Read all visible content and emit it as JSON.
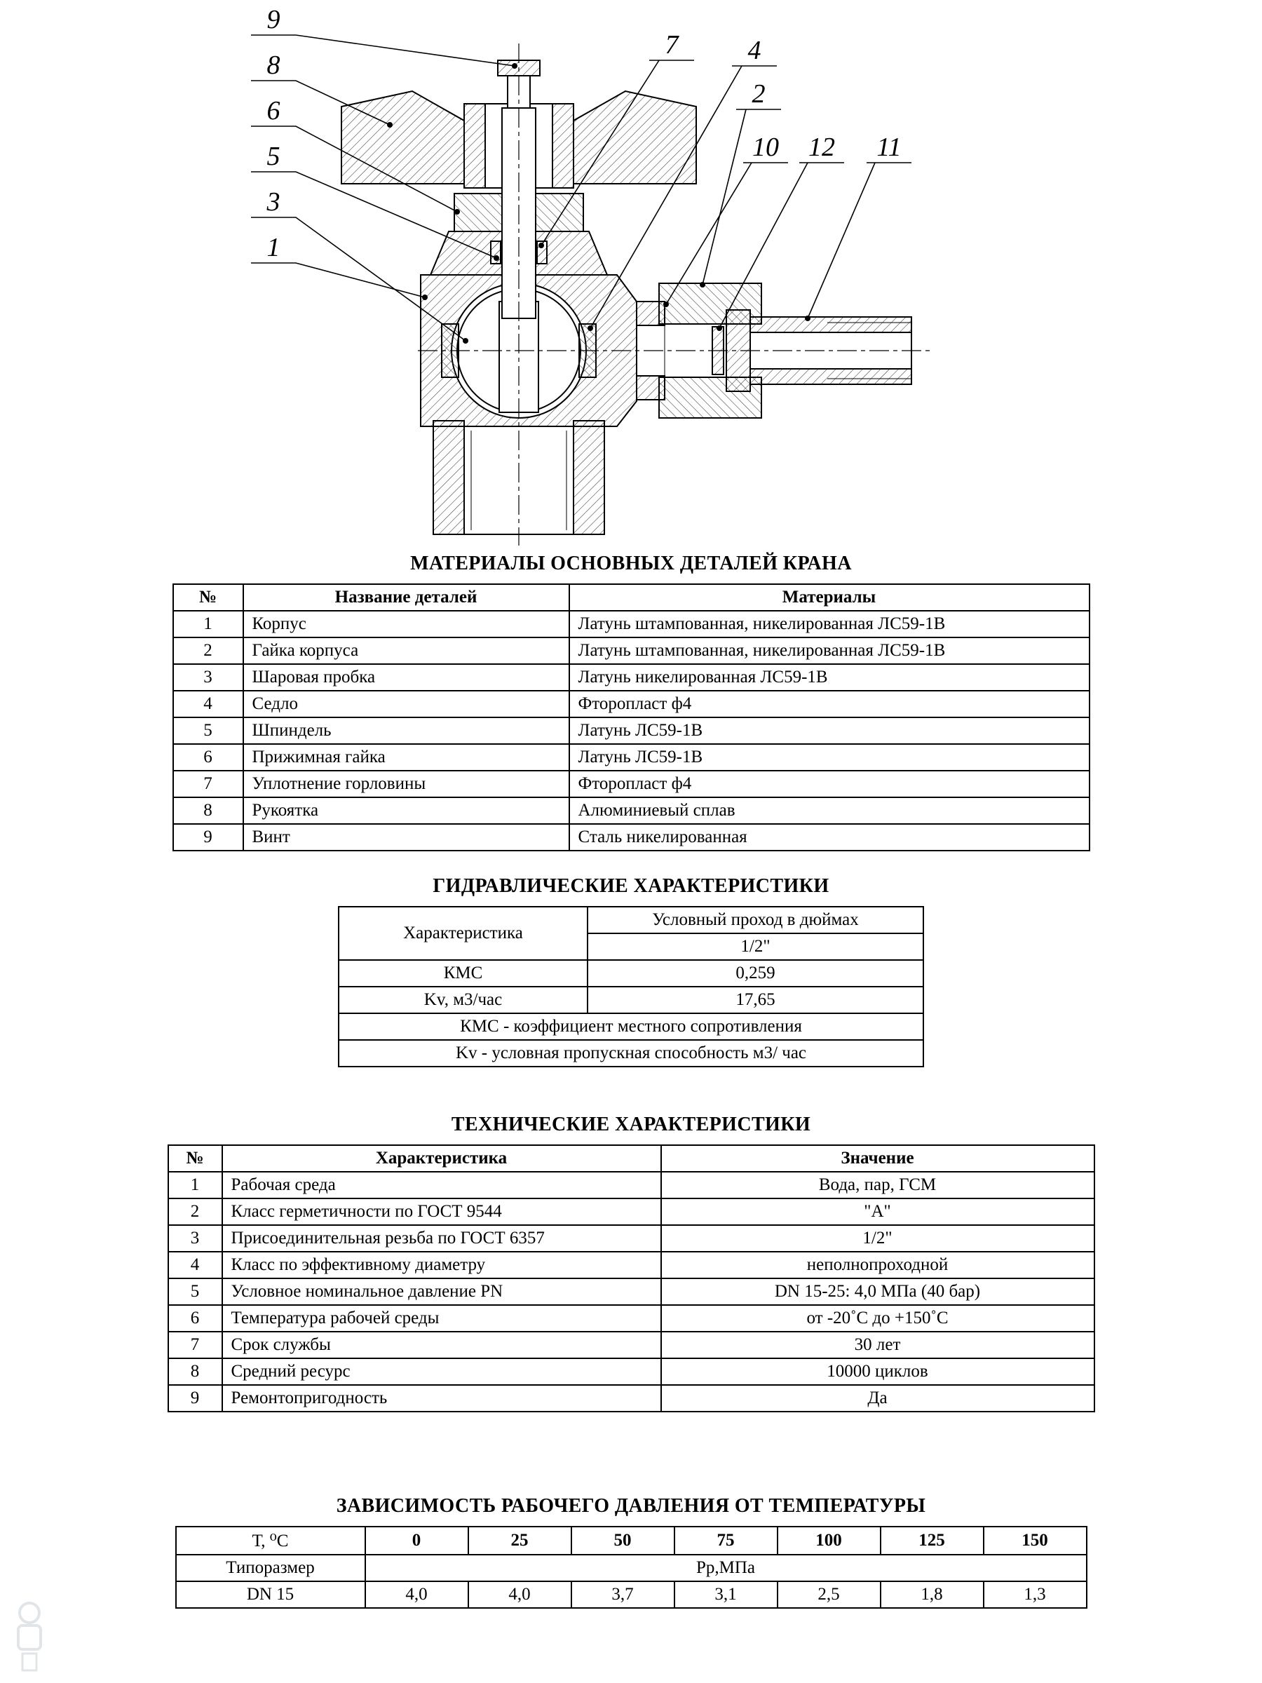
{
  "page": {
    "background": "#ffffff",
    "text_color": "#000000"
  },
  "drawing": {
    "callouts": [
      "9",
      "8",
      "6",
      "5",
      "3",
      "1",
      "7",
      "4",
      "2",
      "10",
      "12",
      "11"
    ]
  },
  "materials_table": {
    "title": "МАТЕРИАЛЫ ОСНОВНЫХ ДЕТАЛЕЙ КРАНА",
    "headers": [
      "№",
      "Название деталей",
      "Материалы"
    ],
    "rows": [
      [
        "1",
        "Корпус",
        "Латунь штампованная, никелированная ЛС59-1В"
      ],
      [
        "2",
        "Гайка корпуса",
        "Латунь штампованная, никелированная ЛС59-1В"
      ],
      [
        "3",
        "Шаровая пробка",
        "Латунь никелированная ЛС59-1В"
      ],
      [
        "4",
        "Седло",
        "Фторопласт ф4"
      ],
      [
        "5",
        "Шпиндель",
        "Латунь ЛС59-1В"
      ],
      [
        "6",
        "Прижимная гайка",
        "Латунь ЛС59-1В"
      ],
      [
        "7",
        "Уплотнение горловины",
        "Фторопласт ф4"
      ],
      [
        "8",
        "Рукоятка",
        "Алюминиевый сплав"
      ],
      [
        "9",
        "Винт",
        "Сталь никелированная"
      ]
    ]
  },
  "hydraulic_table": {
    "title": "ГИДРАВЛИЧЕСКИЕ ХАРАКТЕРИСТИКИ",
    "char_label": "Характеристика",
    "pass_header": "Условный проход в дюймах",
    "pass_value": "1/2\"",
    "rows": [
      [
        "КМС",
        "0,259"
      ],
      [
        "Kv, м3/час",
        "17,65"
      ]
    ],
    "notes": [
      "КМС - коэффициент местного сопротивления",
      "Kv - условная пропускная способность м3/ час"
    ]
  },
  "technical_table": {
    "title": "ТЕХНИЧЕСКИЕ ХАРАКТЕРИСТИКИ",
    "headers": [
      "№",
      "Характеристика",
      "Значение"
    ],
    "rows": [
      [
        "1",
        "Рабочая среда",
        "Вода, пар, ГСМ"
      ],
      [
        "2",
        "Класс герметичности по ГОСТ 9544",
        "\"А\""
      ],
      [
        "3",
        "Присоединительная резьба по ГОСТ 6357",
        "1/2\""
      ],
      [
        "4",
        "Класс по эффективному диаметру",
        "неполнопроходной"
      ],
      [
        "5",
        "Условное номинальное давление PN",
        "DN 15-25: 4,0 МПа (40 бар)"
      ],
      [
        "6",
        "Температура рабочей среды",
        "от -20˚С до +150˚С"
      ],
      [
        "7",
        "Срок службы",
        "30 лет"
      ],
      [
        "8",
        "Средний ресурс",
        "10000 циклов"
      ],
      [
        "9",
        "Ремонтопригодность",
        "Да"
      ]
    ]
  },
  "pressure_table": {
    "title": "ЗАВИСИМОСТЬ РАБОЧЕГО ДАВЛЕНИЯ ОТ ТЕМПЕРАТУРЫ",
    "temp_label": "Т, ⁰С",
    "temps": [
      "0",
      "25",
      "50",
      "75",
      "100",
      "125",
      "150"
    ],
    "size_label": "Типоразмер",
    "pressure_label": "Рр,МПа",
    "row_label": "DN 15",
    "values": [
      "4,0",
      "4,0",
      "3,7",
      "3,1",
      "2,5",
      "1,8",
      "1,3"
    ]
  }
}
